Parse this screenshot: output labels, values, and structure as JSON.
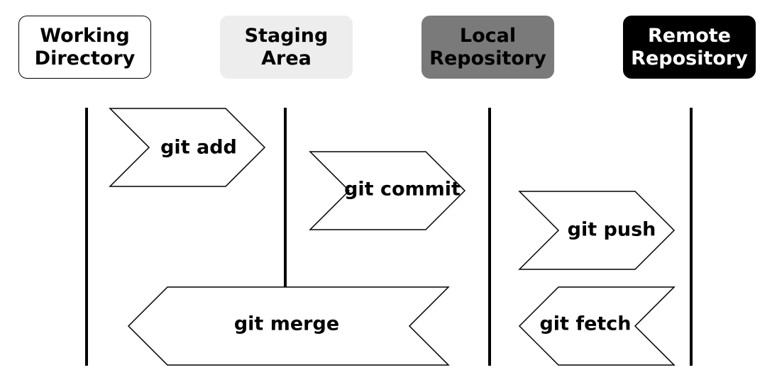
{
  "areas": {
    "working": {
      "line1": "Working",
      "line2": "Directory"
    },
    "staging": {
      "line1": "Staging",
      "line2": "Area"
    },
    "local": {
      "line1": "Local",
      "line2": "Repository"
    },
    "remote": {
      "line1": "Remote",
      "line2": "Repository"
    }
  },
  "commands": {
    "add": "git add",
    "commit": "git commit",
    "push": "git push",
    "fetch": "git fetch",
    "merge": "git merge"
  },
  "colors": {
    "working_bg": "#ffffff",
    "staging_bg": "#ededed",
    "local_bg": "#7a7a7a",
    "remote_bg": "#000000"
  }
}
